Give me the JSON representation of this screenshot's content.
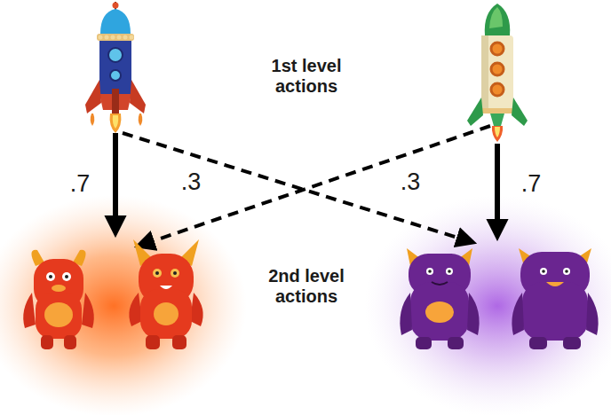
{
  "diagram": {
    "labels": [
      "1st level actions",
      ".7",
      ".3",
      ".3",
      ".7",
      "2nd level actions"
    ]
  }
}
